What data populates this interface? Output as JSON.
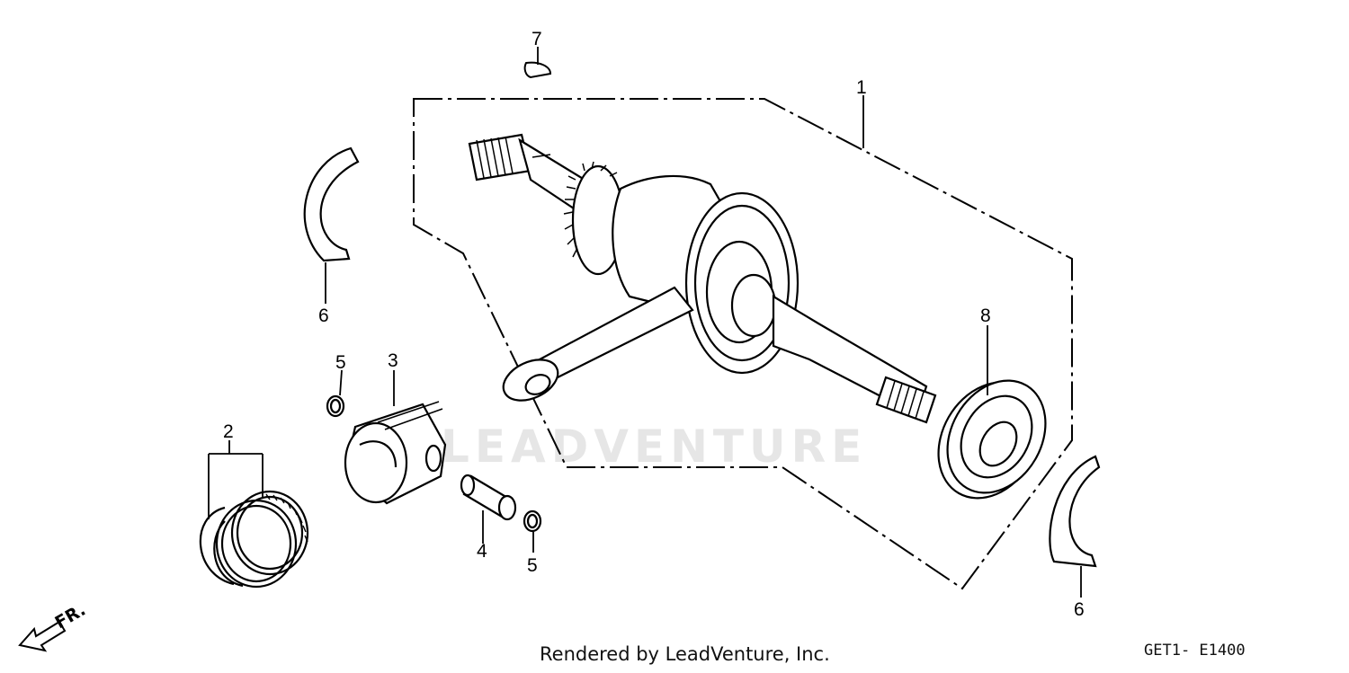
{
  "watermark": "LEADVENTURE",
  "footer": {
    "rendered_by": "Rendered by LeadVenture, Inc.",
    "diagram_code": "GET1- E1400"
  },
  "direction_label": "FR.",
  "callouts": {
    "c1": "1",
    "c2": "2",
    "c3": "3",
    "c4": "4",
    "c5a": "5",
    "c5b": "5",
    "c6a": "6",
    "c6b": "6",
    "c7": "7",
    "c8": "8"
  }
}
